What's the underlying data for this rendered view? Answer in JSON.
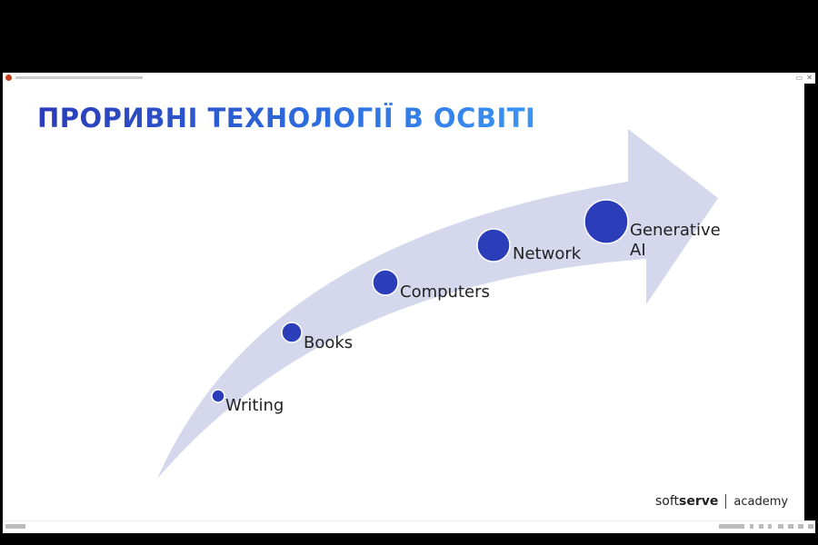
{
  "slide": {
    "title": "ПРОРИВНІ ТЕХНОЛОГІЇ В ОСВІТІ",
    "milestones": [
      {
        "label": "Writing"
      },
      {
        "label": "Books"
      },
      {
        "label": "Computers"
      },
      {
        "label": "Network"
      },
      {
        "label": "Generative AI"
      }
    ],
    "logo": {
      "soft": "soft",
      "serve": "serve",
      "academy": "academy"
    }
  },
  "colors": {
    "arrow": "#d5d7ec",
    "circle": "#2b3db8",
    "title_start": "#2a3bb8",
    "title_end": "#3a95f5"
  }
}
